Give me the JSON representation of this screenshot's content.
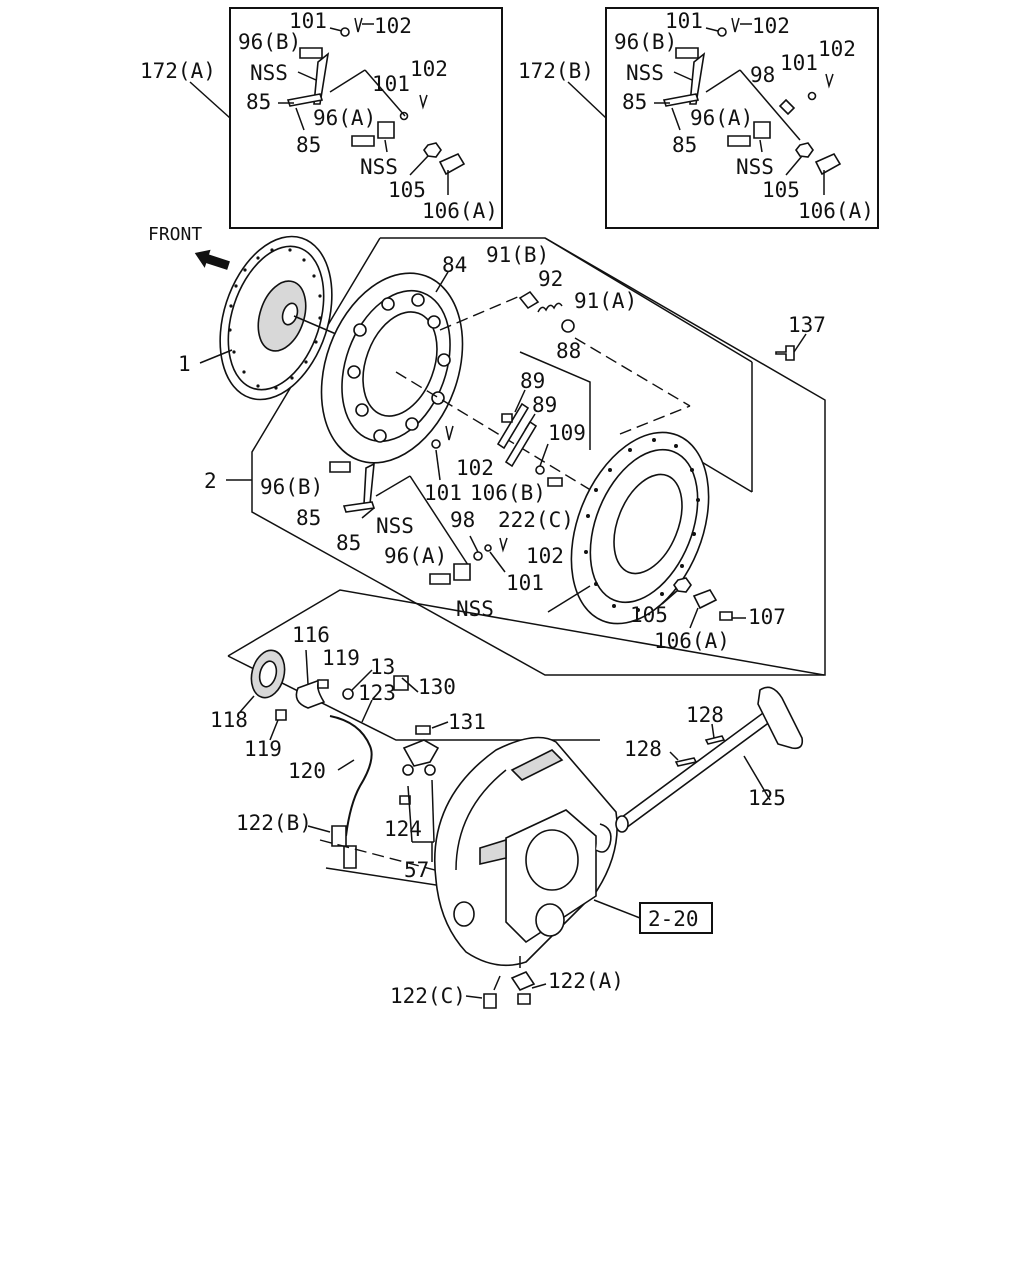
{
  "diagram": {
    "front_label": "FRONT",
    "ref_box": "2-20",
    "inset_a": {
      "name": "172(A)",
      "labels": [
        "101",
        "102",
        "96(B)",
        "NSS",
        "101",
        "102",
        "85",
        "96(A)",
        "85",
        "NSS",
        "105",
        "106(A)"
      ]
    },
    "inset_b": {
      "name": "172(B)",
      "labels": [
        "101",
        "102",
        "96(B)",
        "102",
        "NSS",
        "98",
        "101",
        "85",
        "96(A)",
        "85",
        "NSS",
        "105",
        "106(A)"
      ]
    },
    "main_labels": [
      "1",
      "84",
      "91(B)",
      "92",
      "91(A)",
      "137",
      "88",
      "89",
      "89",
      "109",
      "2",
      "102",
      "96(B)",
      "101",
      "106(B)",
      "85",
      "NSS",
      "98",
      "222(C)",
      "85",
      "102",
      "96(A)",
      "101",
      "NSS",
      "105",
      "107",
      "106(A)"
    ],
    "lower_labels": [
      "116",
      "119",
      "13",
      "130",
      "123",
      "131",
      "118",
      "119",
      "128",
      "128",
      "120",
      "125",
      "122(B)",
      "124",
      "57",
      "122(A)",
      "122(C)"
    ]
  }
}
